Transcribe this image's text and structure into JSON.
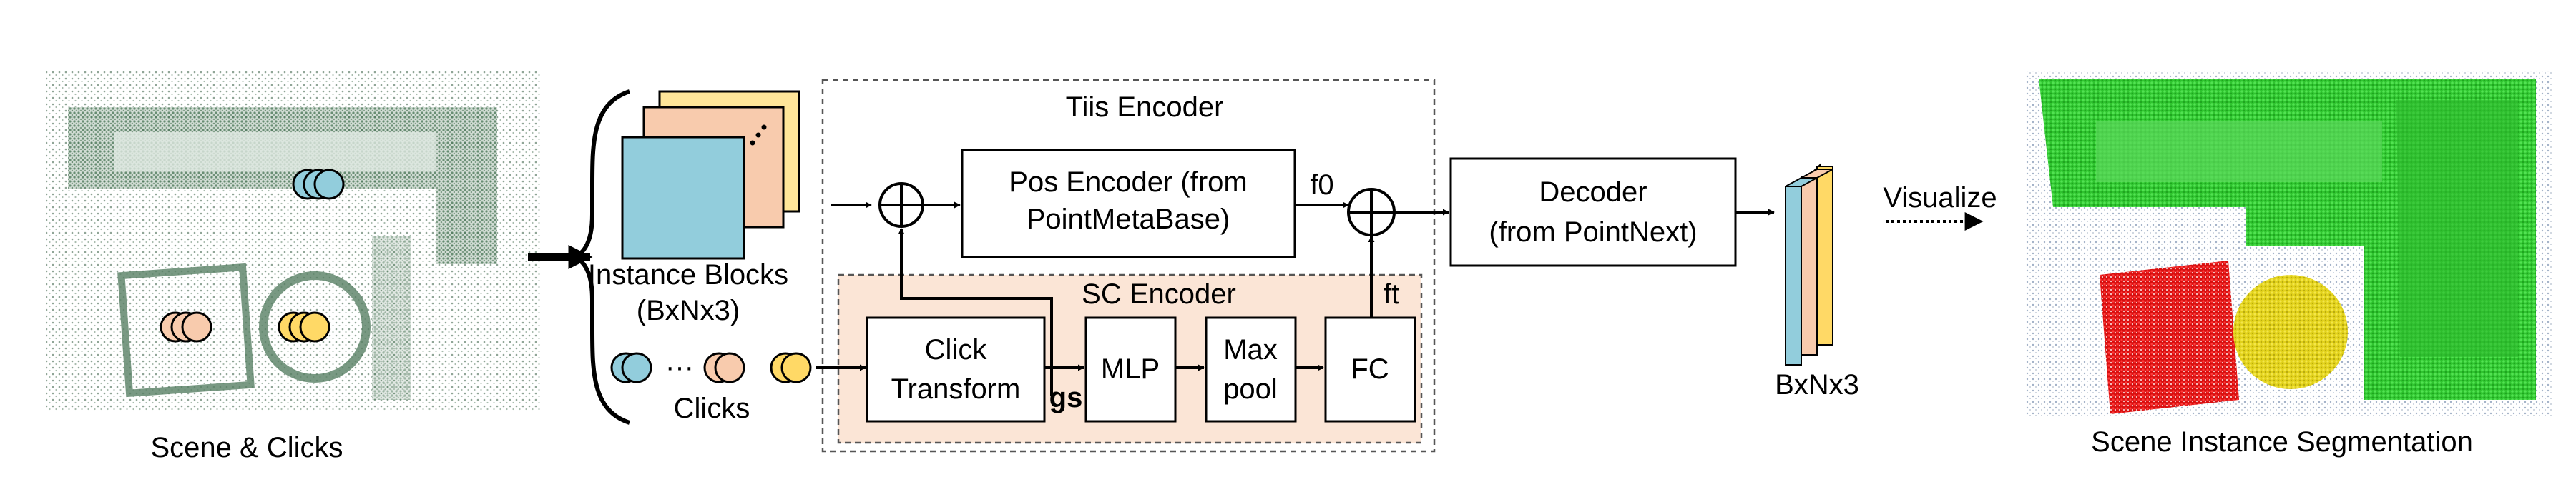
{
  "labels": {
    "scene_clicks": "Scene & Clicks",
    "instance_blocks_line1": "Instance Blocks",
    "instance_blocks_line2": "(BxNx3)",
    "clicks": "Clicks",
    "ellipsis": "···",
    "tiis_encoder": "Tiis Encoder",
    "pos_encoder_line1": "Pos Encoder (from",
    "pos_encoder_line2": "PointMetaBase)",
    "f0": "f0",
    "ft": "ft",
    "gs": "gs",
    "sc_encoder": "SC Encoder",
    "click_transform_line1": "Click",
    "click_transform_line2": "Transform",
    "mlp": "MLP",
    "maxpool_line1": "Max",
    "maxpool_line2": "pool",
    "fc": "FC",
    "decoder_line1": "Decoder",
    "decoder_line2": "(from PointNext)",
    "output_shape": "BxNx3",
    "visualize": "Visualize",
    "scene_instance_segmentation": "Scene Instance Segmentation"
  },
  "colors": {
    "sc_encoder_fill": "#fbe5d6",
    "click_blue": "#92cddc",
    "click_orange": "#f8cbad",
    "click_yellow": "#ffd966",
    "block_blue": "#92cddc",
    "block_orange": "#f8cbad",
    "block_yellow": "#ffe699",
    "seg_green": "#3ad23a",
    "seg_red": "#e01010",
    "seg_yellow": "#e8d820",
    "scene_points": "#6f8f78"
  },
  "icons": [
    "plus-circle-icon",
    "click-marker-icon"
  ]
}
